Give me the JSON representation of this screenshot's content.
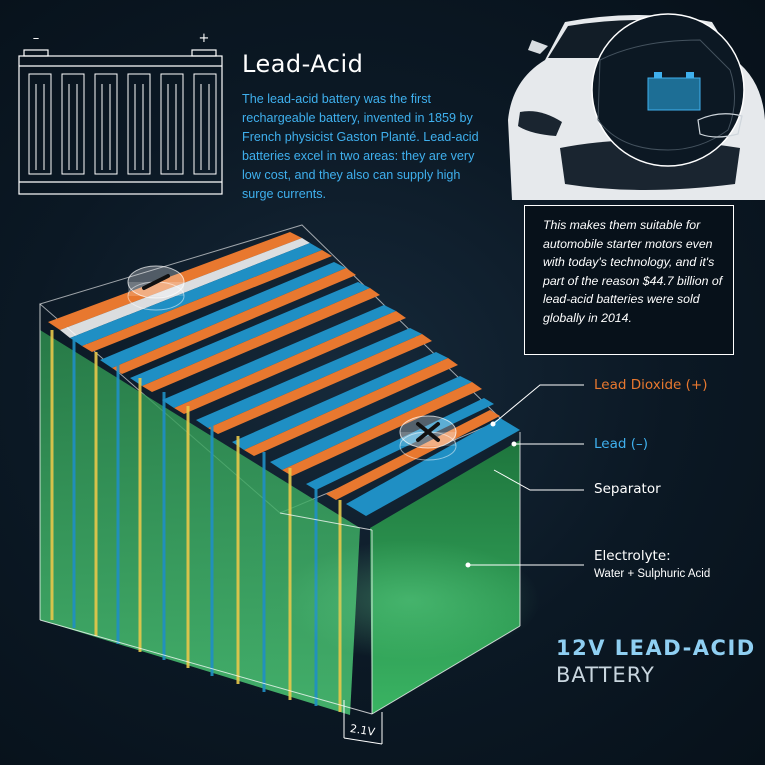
{
  "header": {
    "title": "Lead-Acid",
    "intro": "The lead-acid battery was the first rechargeable battery, invented in 1859 by French physicist Gaston Planté. Lead-acid batteries excel in two areas: they are very low cost, and they also can supply high surge currents."
  },
  "callout": {
    "text": "This makes them suitable for automobile starter motors even with today's technology, and it's part of the reason $44.7 billion of lead-acid batteries were sold globally in 2014."
  },
  "icon_battery": {
    "minus": "–",
    "plus": "+"
  },
  "terminals": {
    "negative": "−",
    "positive": "+"
  },
  "labels": {
    "lead_dioxide": "Lead Dioxide (+)",
    "lead": "Lead (–)",
    "separator": "Separator",
    "electrolyte": "Electrolyte:",
    "electrolyte_sub": "Water + Sulphuric Acid",
    "cell_voltage": "2.1V"
  },
  "footer": {
    "title": "12V LEAD-ACID",
    "subtitle": "BATTERY"
  },
  "colors": {
    "lead_dioxide": "#e8782f",
    "lead": "#1f8fc4",
    "electrolyte": "#3bbf6a",
    "accent": "#3fb0ee"
  },
  "icons": [
    "battery-outline-icon",
    "car-illustration-icon",
    "cell-plates-diagram"
  ]
}
